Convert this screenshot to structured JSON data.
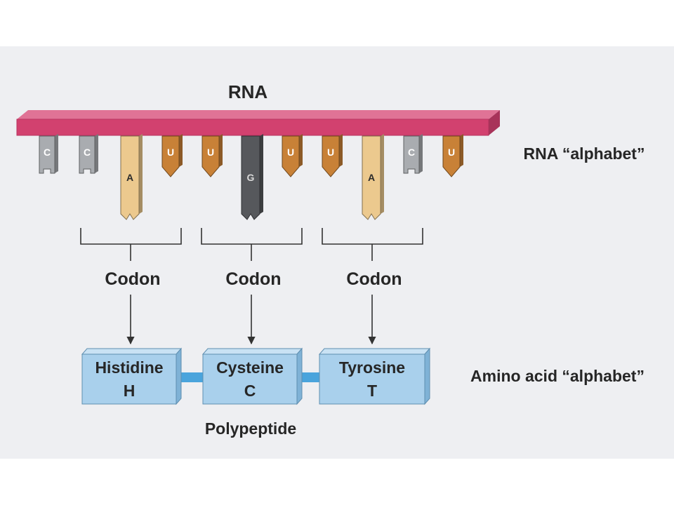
{
  "title": "RNA",
  "rna_alphabet_label": "RNA “alphabet”",
  "amino_alphabet_label": "Amino acid “alphabet”",
  "polypeptide_label": "Polypeptide",
  "colors": {
    "strand": "#d2416f",
    "C": "#a9acb0",
    "A": "#ecc98e",
    "U": "#c88137",
    "G": "#56585c",
    "box": "#a9d0ec",
    "link": "#4aa4dc",
    "panel": "#eeeff2"
  },
  "bases": [
    {
      "letter": "C",
      "kind": "short"
    },
    {
      "letter": "C",
      "kind": "short"
    },
    {
      "letter": "A",
      "kind": "long"
    },
    {
      "letter": "U",
      "kind": "point"
    },
    {
      "letter": "U",
      "kind": "point"
    },
    {
      "letter": "G",
      "kind": "long"
    },
    {
      "letter": "U",
      "kind": "point"
    },
    {
      "letter": "U",
      "kind": "point"
    },
    {
      "letter": "A",
      "kind": "long"
    },
    {
      "letter": "C",
      "kind": "short"
    },
    {
      "letter": "U",
      "kind": "point"
    }
  ],
  "codons": [
    {
      "label": "Codon",
      "amino_name": "Histidine",
      "amino_code": "H"
    },
    {
      "label": "Codon",
      "amino_name": "Cysteine",
      "amino_code": "C"
    },
    {
      "label": "Codon",
      "amino_name": "Tyrosine",
      "amino_code": "T"
    }
  ]
}
